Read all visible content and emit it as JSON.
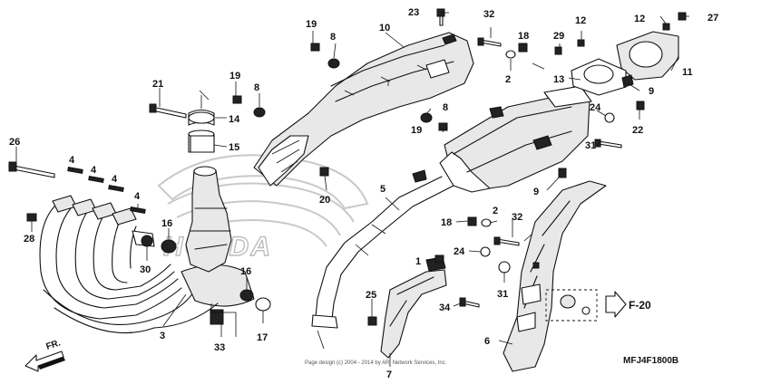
{
  "diagram": {
    "part_numbers": {
      "p1": "1",
      "p2a": "2",
      "p2b": "2",
      "p3": "3",
      "p4a": "4",
      "p4b": "4",
      "p4c": "4",
      "p4d": "4",
      "p5": "5",
      "p6": "6",
      "p7": "7",
      "p8a": "8",
      "p8b": "8",
      "p8c": "8",
      "p9a": "9",
      "p9b": "9",
      "p10": "10",
      "p11": "11",
      "p12a": "12",
      "p12b": "12",
      "p13": "13",
      "p14": "14",
      "p15": "15",
      "p16a": "16",
      "p16b": "16",
      "p17": "17",
      "p18a": "18",
      "p18b": "18",
      "p19a": "19",
      "p19b": "19",
      "p19c": "19",
      "p20": "20",
      "p21": "21",
      "p22": "22",
      "p23": "23",
      "p24a": "24",
      "p24b": "24",
      "p25": "25",
      "p26": "26",
      "p27": "27",
      "p28": "28",
      "p29": "29",
      "p30": "30",
      "p31a": "31",
      "p31b": "31",
      "p32a": "32",
      "p32b": "32",
      "p33": "33",
      "p34": "34"
    },
    "reference_code": "MFJ4F1800B",
    "copyright": "Page design (c) 2004 - 2014 by ARI Network Services, Inc.",
    "figure_ref": "F-20",
    "front_label": "FR.",
    "logo": "HONDA"
  }
}
